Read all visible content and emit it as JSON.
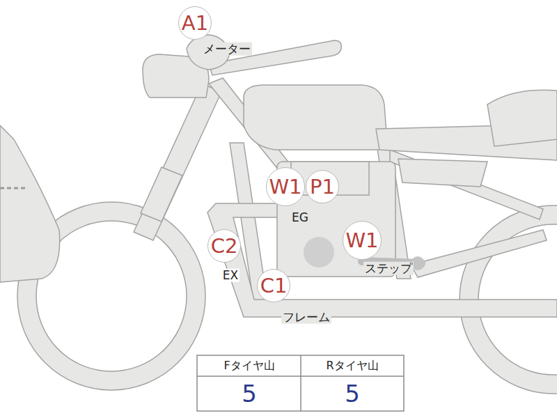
{
  "diagram": {
    "nodes": [
      {
        "text": [
          "A1"
        ]
      },
      {
        "text": [
          "W1"
        ]
      },
      {
        "text": [
          "P1"
        ]
      },
      {
        "text": [
          "C2"
        ]
      },
      {
        "text": [
          "W1"
        ]
      },
      {
        "text": [
          "C1"
        ]
      }
    ],
    "labels": [
      "メーター",
      "EG",
      "ステップ",
      "EX",
      "フレーム",
      "Fタイヤ山",
      "Rタイヤ山",
      "5",
      "5"
    ]
  }
}
